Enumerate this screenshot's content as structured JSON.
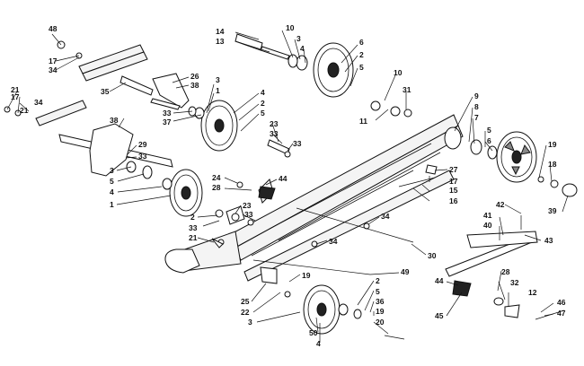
{
  "callouts": [
    {
      "text": "48"
    },
    {
      "text": "17"
    },
    {
      "text": "34"
    },
    {
      "text": "21"
    },
    {
      "text": "17"
    },
    {
      "text": "21"
    },
    {
      "text": "34"
    },
    {
      "text": "35"
    },
    {
      "text": "26"
    },
    {
      "text": "38"
    },
    {
      "text": "3"
    },
    {
      "text": "1"
    },
    {
      "text": "33"
    },
    {
      "text": "37"
    },
    {
      "text": "14"
    },
    {
      "text": "13"
    },
    {
      "text": "10"
    },
    {
      "text": "3"
    },
    {
      "text": "4"
    },
    {
      "text": "6"
    },
    {
      "text": "2"
    },
    {
      "text": "5"
    },
    {
      "text": "10"
    },
    {
      "text": "31"
    },
    {
      "text": "11"
    },
    {
      "text": "4"
    },
    {
      "text": "2"
    },
    {
      "text": "5"
    },
    {
      "text": "23"
    },
    {
      "text": "33"
    },
    {
      "text": "33"
    },
    {
      "text": "38"
    },
    {
      "text": "29"
    },
    {
      "text": "33"
    },
    {
      "text": "3"
    },
    {
      "text": "5"
    },
    {
      "text": "4"
    },
    {
      "text": "1"
    },
    {
      "text": "9"
    },
    {
      "text": "8"
    },
    {
      "text": "7"
    },
    {
      "text": "5"
    },
    {
      "text": "6"
    },
    {
      "text": "19"
    },
    {
      "text": "18"
    },
    {
      "text": "39"
    },
    {
      "text": "27"
    },
    {
      "text": "17"
    },
    {
      "text": "15"
    },
    {
      "text": "16"
    },
    {
      "text": "24"
    },
    {
      "text": "28"
    },
    {
      "text": "44"
    },
    {
      "text": "23"
    },
    {
      "text": "33"
    },
    {
      "text": "2"
    },
    {
      "text": "33"
    },
    {
      "text": "21"
    },
    {
      "text": "34"
    },
    {
      "text": "42"
    },
    {
      "text": "41"
    },
    {
      "text": "40"
    },
    {
      "text": "43"
    },
    {
      "text": "34"
    },
    {
      "text": "30"
    },
    {
      "text": "49"
    },
    {
      "text": "19"
    },
    {
      "text": "25"
    },
    {
      "text": "22"
    },
    {
      "text": "3"
    },
    {
      "text": "2"
    },
    {
      "text": "5"
    },
    {
      "text": "36"
    },
    {
      "text": "19"
    },
    {
      "text": "20"
    },
    {
      "text": "50"
    },
    {
      "text": "4"
    },
    {
      "text": "28"
    },
    {
      "text": "44"
    },
    {
      "text": "32"
    },
    {
      "text": "12"
    },
    {
      "text": "45"
    },
    {
      "text": "46"
    },
    {
      "text": "47"
    }
  ]
}
